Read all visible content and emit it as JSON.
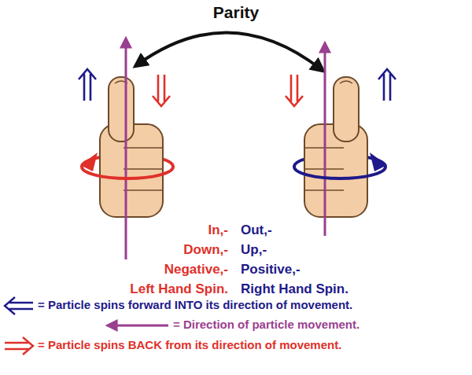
{
  "diagram": {
    "title": "Parity",
    "labels": [
      "In,-",
      "Down,-",
      "Negative,-",
      "Left Hand Spin.",
      "Out,-",
      "Up,-",
      "Positive,-",
      "Right Hand Spin."
    ],
    "legend": [
      {
        "text": "= Particle spins forward INTO its direction of movement."
      },
      {
        "text": "= Direction of particle movement."
      },
      {
        "text": "= Particle spins BACK from its direction of movement."
      }
    ]
  }
}
